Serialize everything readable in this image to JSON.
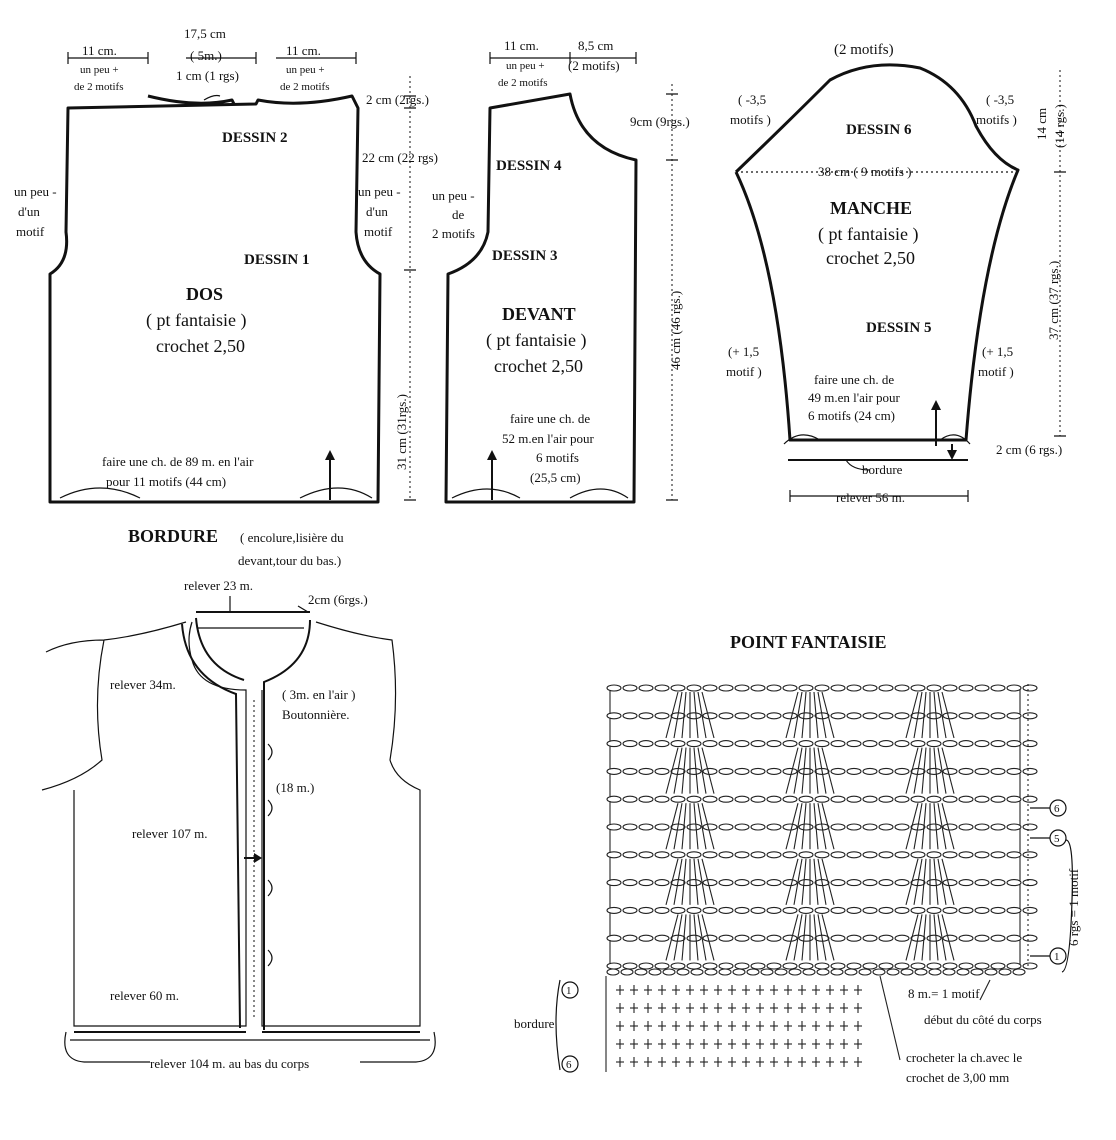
{
  "dos": {
    "top_left_width": "11 cm.",
    "top_left_note1": "un peu +",
    "top_left_note2": "de 2 motifs",
    "neck_width": "17,5 cm",
    "neck_motifs": "( 5m.)",
    "neck_depth": "1 cm (1 rgs)",
    "top_right_width": "11 cm.",
    "top_right_note1": "un peu +",
    "top_right_note2": "de 2 motifs",
    "shoulder_height": "2 cm (2rgs.)",
    "dessin2": "DESSIN 2",
    "armhole_height": "22 cm (22 rgs)",
    "left_side1": "un peu -",
    "left_side2": "d'un",
    "left_side3": "motif",
    "right_side1": "un peu -",
    "right_side2": "d'un",
    "right_side3": "motif",
    "dessin1": "DESSIN 1",
    "title": "DOS",
    "stitch": "( pt fantaisie )",
    "hook": "crochet 2,50",
    "body_height": "31 cm (31rgs.)",
    "chain1": "faire une ch. de 89 m. en l'air",
    "chain2": "pour 11 motifs   (44 cm)"
  },
  "devant": {
    "top_width": "11 cm.",
    "top_note1": "un peu +",
    "top_note2": "de 2 motifs",
    "neck_width": "8,5 cm",
    "neck_motifs": "(2 motifs)",
    "neck_height": "9cm (9rgs.)",
    "dessin4": "DESSIN 4",
    "side1": "un peu -",
    "side2": "de",
    "side3": "2 motifs",
    "dessin3": "DESSIN 3",
    "title": "DEVANT",
    "stitch": "( pt fantaisie )",
    "hook": "crochet 2,50",
    "total_height": "46 cm (46 rgs.)",
    "chain1": "faire une ch. de",
    "chain2": "52 m.en l'air pour",
    "chain3": "6 motifs",
    "chain4": "(25,5 cm)"
  },
  "manche": {
    "top_motifs": "(2 motifs)",
    "left_dec1": "( -3,5",
    "left_dec2": "motifs )",
    "right_dec1": "( -3,5",
    "right_dec2": "motifs )",
    "cap_height1": "14 cm",
    "cap_height2": "(14 rgs.)",
    "dessin6": "DESSIN 6",
    "width": "38 cm ( 9 motifs )",
    "title": "MANCHE",
    "stitch": "( pt fantaisie )",
    "hook": "crochet 2,50",
    "length": "37 cm (37 rgs.)",
    "dessin5": "DESSIN 5",
    "left_inc1": "(+ 1,5",
    "left_inc2": "motif )",
    "right_inc1": "(+ 1,5",
    "right_inc2": "motif )",
    "chain1": "faire une  ch. de",
    "chain2": "49 m.en l'air pour",
    "chain3": "6 motifs  (24 cm)",
    "cuff": "2 cm (6 rgs.)",
    "border": "bordure",
    "pickup": "relever 56 m."
  },
  "bordure": {
    "title": "BORDURE",
    "subtitle1": "( encolure,lisière du",
    "subtitle2": "devant,tour du bas.)",
    "neck_pickup": "relever 23 m.",
    "height": "2cm (6rgs.)",
    "neck_side_pickup": "relever 34m.",
    "buttonhole1": "( 3m. en l'air )",
    "buttonhole2": "Boutonnière.",
    "spacing": "(18 m.)",
    "front_pickup": "relever 107 m.",
    "lower_pickup": "relever 60 m.",
    "bottom_pickup": "relever 104 m. au bas du corps"
  },
  "point": {
    "title": "POINT FANTAISIE",
    "row6": "6",
    "row5": "5",
    "row1": "1",
    "repeat": "6 rgs = 1 motif",
    "motif": "8 m.= 1 motif",
    "start": "début du côté du corps",
    "border_label": "bordure",
    "border_row1": "1",
    "border_row6": "6",
    "hook_note1": "crocheter la ch.avec le",
    "hook_note2": "crochet de 3,00 mm"
  }
}
